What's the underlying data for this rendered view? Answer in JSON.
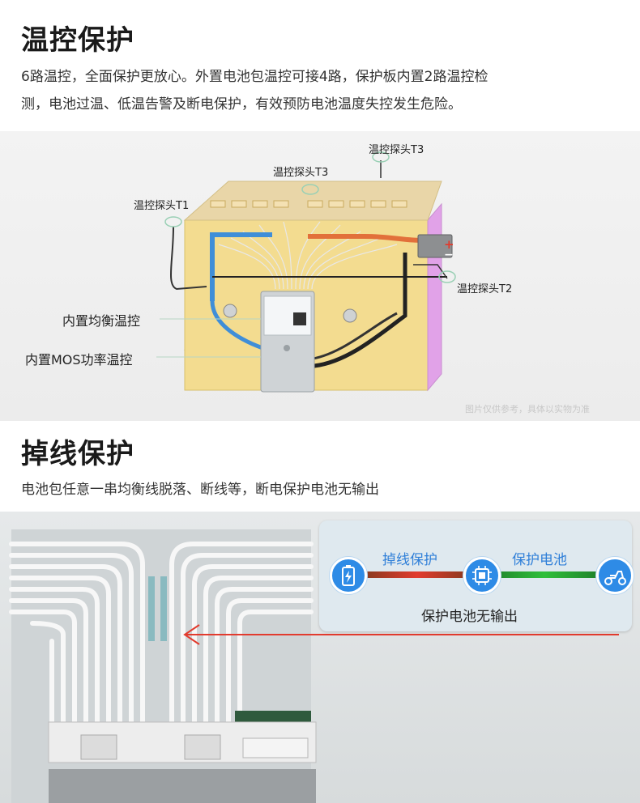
{
  "section1": {
    "title": "温控保护",
    "line1": "6路温控，全面保护更放心。外置电池包温控可接4路，保护板内置2路温控检",
    "line2": "测，电池过温、低温告警及断电保护，有效预防电池温度失控发生危险。",
    "callouts": {
      "probe_t3_top": "温控探头T3",
      "probe_t3_mid": "温控探头T3",
      "probe_t1": "温控探头T1",
      "probe_t2": "温控探头T2",
      "balance": "内置均衡温控",
      "mos": "内置MOS功率温控"
    },
    "terminal_plus": "+",
    "terminal_minus": "−",
    "watermark": "图片仅供参考，具体以实物为准"
  },
  "section2": {
    "title": "掉线保护",
    "desc": "电池包任意一串均衡线脱落、断线等，断电保护电池无输出",
    "flow": {
      "left_label": "掉线保护",
      "right_label": "保护电池",
      "footer": "保护电池无输出"
    },
    "icons": [
      "battery-icon",
      "chip-icon",
      "scooter-icon"
    ]
  },
  "colors": {
    "accent_blue": "#2e8be6",
    "warning_red": "#e23b2e",
    "ok_green": "#2fbf3a",
    "pack_yellow": "#f3dc90",
    "pack_pink": "#e1a2e8"
  }
}
